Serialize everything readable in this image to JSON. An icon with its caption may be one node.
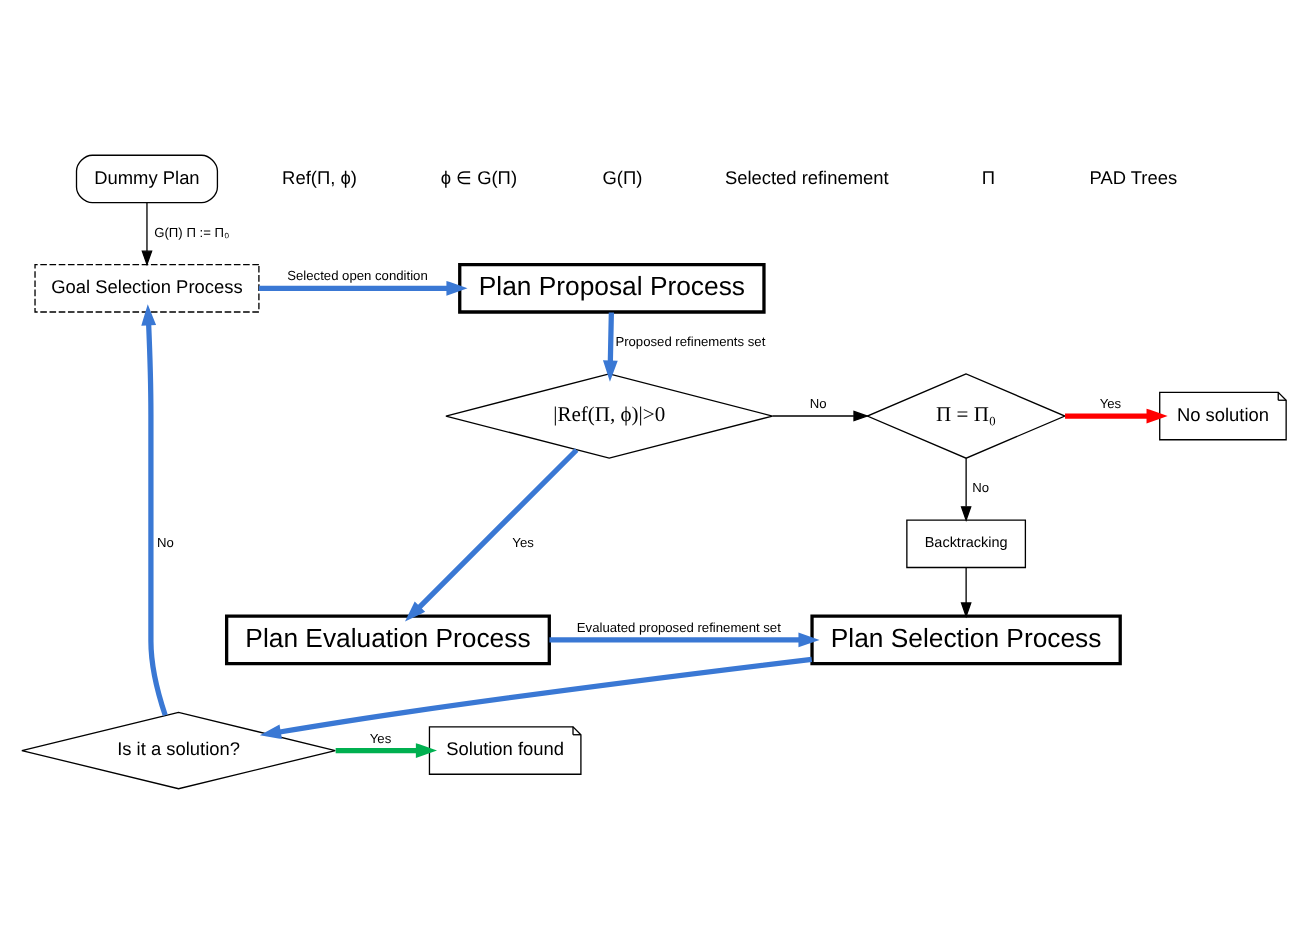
{
  "diagram": {
    "nodes": [
      {
        "text": [
          "Dummy Plan"
        ]
      },
      {
        "text": [
          "Goal Selection Process"
        ]
      },
      {
        "text": [
          "Plan Proposal Process"
        ]
      },
      {
        "text": [
          "|Ref(Π, ϕ)|>0"
        ]
      },
      {
        "text": [
          "Π = Π₀"
        ]
      },
      {
        "text": [
          "No solution"
        ]
      },
      {
        "text": [
          "Backtracking"
        ]
      },
      {
        "text": [
          "Plan Selection Process"
        ]
      },
      {
        "text": [
          "Plan Evaluation Process"
        ]
      },
      {
        "text": [
          "Is it a solution?"
        ]
      },
      {
        "text": [
          "Solution found"
        ]
      }
    ],
    "edges": [
      {
        "from": 0,
        "to": 1,
        "arrow": "to",
        "label": "G(Π) Π := Π₀",
        "color": "#000000"
      },
      {
        "from": 1,
        "to": 2,
        "arrow": "to",
        "label": "Selected open condition"
      },
      {
        "from": 2,
        "to": 3,
        "arrow": "to",
        "label": "Proposed refinements set"
      },
      {
        "from": 3,
        "to": 4,
        "arrow": "to",
        "label": "No",
        "color": "#000000"
      },
      {
        "from": 4,
        "to": 5,
        "arrow": "to",
        "label": "Yes",
        "color": "#ff0000"
      },
      {
        "from": 4,
        "to": 6,
        "arrow": "to",
        "label": "No",
        "color": "#000000"
      },
      {
        "from": 6,
        "to": 7,
        "arrow": "to",
        "color": "#000000"
      },
      {
        "from": 3,
        "to": 8,
        "arrow": "to",
        "label": "Yes"
      },
      {
        "from": 8,
        "to": 7,
        "arrow": "to",
        "label": "Evaluated proposed refinement set"
      },
      {
        "from": 7,
        "to": 9,
        "arrow": "to"
      },
      {
        "from": 9,
        "to": 10,
        "arrow": "to",
        "label": "Yes",
        "color": "#00b050"
      },
      {
        "from": 9,
        "to": 1,
        "arrow": "to",
        "label": "No"
      }
    ],
    "labels": [
      "Ref(Π, ϕ)",
      "ϕ ∈ G(Π)",
      "G(Π)",
      "Selected refinement",
      "Π",
      "PAD Trees"
    ]
  }
}
